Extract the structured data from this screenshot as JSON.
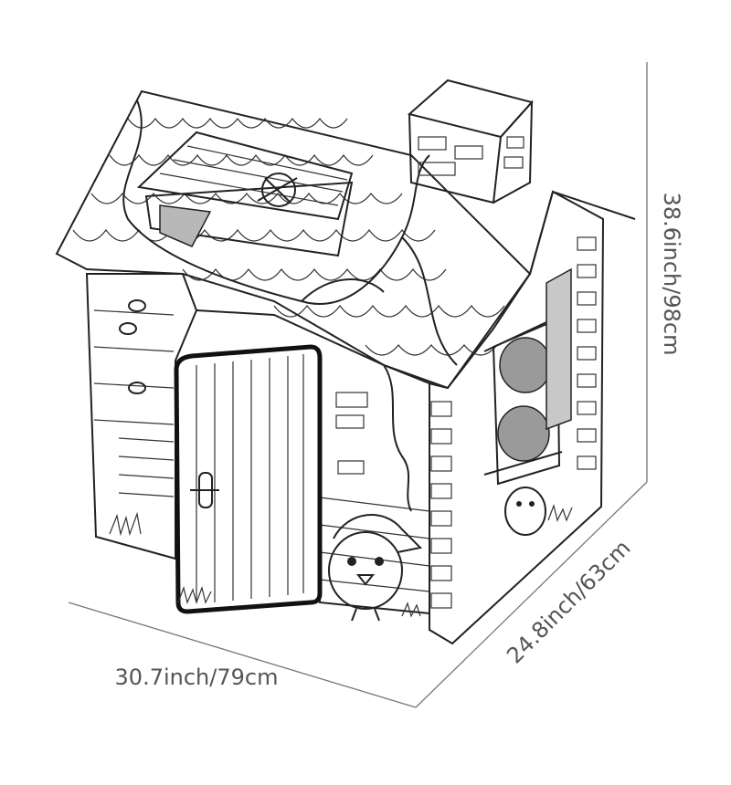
{
  "dimensions": {
    "height": "38.6inch/98cm",
    "depth": "24.8inch/63cm",
    "width": "30.7inch/79cm"
  },
  "colors": {
    "line": "#222222",
    "label": "#555555",
    "door_frame": "#111111",
    "window_gray": "#9a9a9a",
    "hatch_gray": "#c8c8c8"
  }
}
